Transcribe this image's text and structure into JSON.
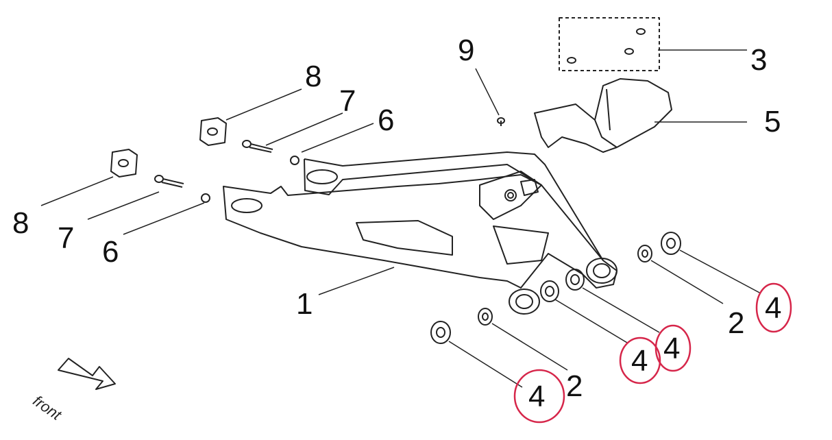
{
  "callouts": {
    "c1": "1",
    "c2a": "2",
    "c2b": "2",
    "c3": "3",
    "c4a": "4",
    "c4b": "4",
    "c4c": "4",
    "c4d": "4",
    "c5": "5",
    "c6a": "6",
    "c6b": "6",
    "c7a": "7",
    "c7b": "7",
    "c8a": "8",
    "c8b": "8",
    "c9": "9"
  },
  "direction_label": "front",
  "colors": {
    "line": "#222222",
    "highlight_circle": "#d6264a",
    "part_fill": "#ffffff"
  }
}
